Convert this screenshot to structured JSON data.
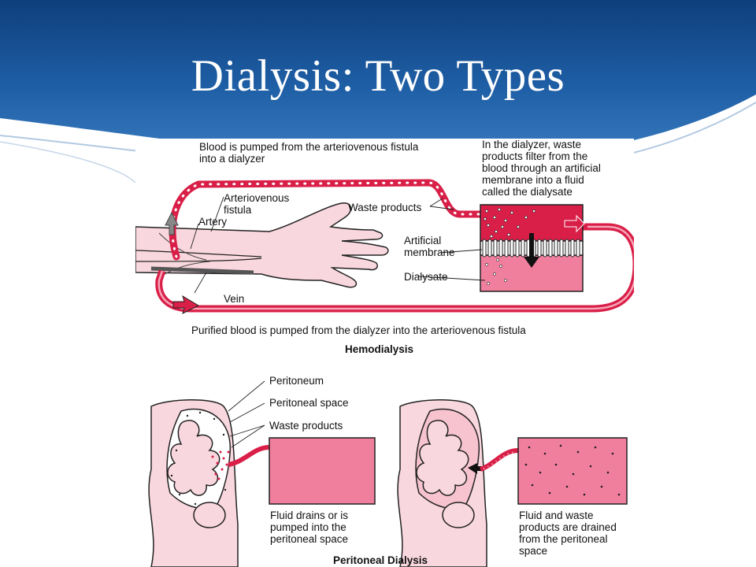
{
  "title": "Dialysis: Two Types",
  "colors": {
    "header_blue": "#1f5fa6",
    "header_dark": "#0d3f7a",
    "blood_red": "#d91f48",
    "dialysate_pink": "#f07f9e",
    "skin_pink": "#f9d7de",
    "outline": "#222222"
  },
  "hemodialysis": {
    "top_caption": "Blood is pumped from the arteriovenous fistula\ninto a dialyzer",
    "dialyzer_note": "In the dialyzer, waste\nproducts filter from the\nblood through an artificial\nmembrane into a fluid\ncalled the dialysate",
    "arteriovenous_fistula": "Arteriovenous\nfistula",
    "artery": "Artery",
    "waste_products": "Waste products",
    "artificial_membrane": "Artificial\nmembrane",
    "dialysate": "Dialysate",
    "vein": "Vein",
    "bottom_caption": "Purified blood is pumped from the dialyzer into the arteriovenous fistula",
    "heading": "Hemodialysis"
  },
  "peritoneal": {
    "peritoneum": "Peritoneum",
    "peritoneal_space": "Peritoneal space",
    "waste_products": "Waste products",
    "fluid_in_caption": "Fluid drains or is\npumped into the\nperitoneal space",
    "fluid_out_caption": "Fluid and waste\nproducts are drained\nfrom the peritoneal\nspace",
    "heading": "Peritoneal Dialysis"
  }
}
